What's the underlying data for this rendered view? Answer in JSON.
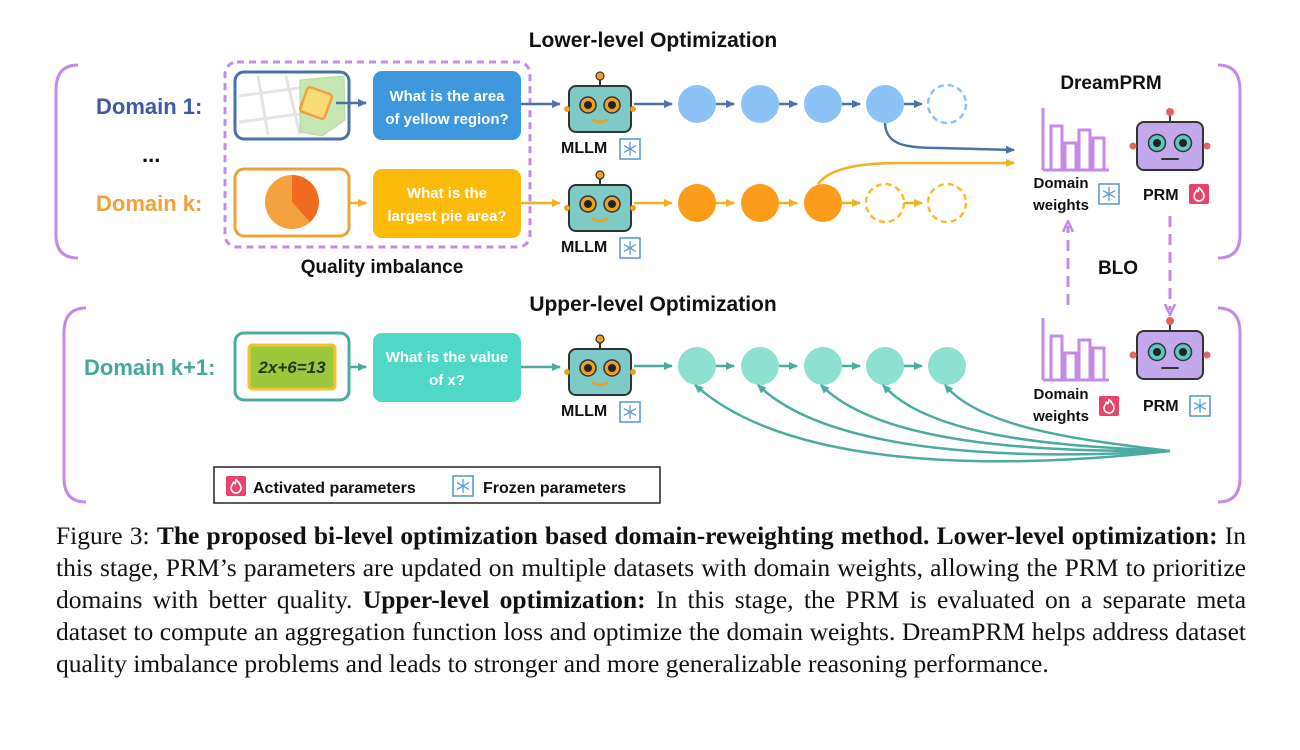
{
  "lower_title": "Lower-level Optimization",
  "upper_title": "Upper-level Optimization",
  "dreamprm_title": "DreamPRM",
  "blo_label": "BLO",
  "quality_imbalance": "Quality imbalance",
  "domains": {
    "d1": {
      "label": "Domain 1:",
      "question": [
        "What is the area",
        "of yellow region?"
      ]
    },
    "ellipsis": "...",
    "dk": {
      "label": "Domain k:",
      "question": [
        "What is the",
        "largest pie area?"
      ]
    },
    "dk1": {
      "label": "Domain k+1:",
      "question": [
        "What is the value",
        "of x?"
      ],
      "equation": "2x+6=13"
    }
  },
  "mllm_label": "MLLM",
  "prm_label": "PRM",
  "domain_weights_label": [
    "Domain",
    "weights"
  ],
  "legend": {
    "activated": "Activated parameters",
    "frozen": "Frozen parameters"
  },
  "caption": {
    "figure": "Figure 3:",
    "bold_title": "The proposed bi-level optimization based domain-reweighting method.",
    "lower_head": "Lower-level optimization:",
    "lower_text": "In this stage, PRM’s parameters are updated on multiple datasets with domain weights, allowing the PRM to prioritize domains with better quality.",
    "upper_head": "Upper-level optimization:",
    "upper_text": "In this stage, the PRM is evaluated on a separate meta dataset to compute an aggregation function loss and optimize the domain weights. DreamPRM helps address dataset quality imbalance problems and leads to stronger and more generalizable reasoning performance."
  },
  "colors": {
    "blue": "#4a72a8",
    "blue_label": "#3d59a8",
    "orange": "#f0a020",
    "orange_label": "#f0a038",
    "teal": "#4aaba0",
    "teal_label": "#46a79c",
    "purple": "#c48be6",
    "fire": "#e8436a",
    "frost": "#5b9bd5"
  },
  "icons": [
    "map-icon",
    "pie-icon",
    "robot-icon",
    "bar-chart-icon",
    "fire-icon",
    "snowflake-icon"
  ]
}
